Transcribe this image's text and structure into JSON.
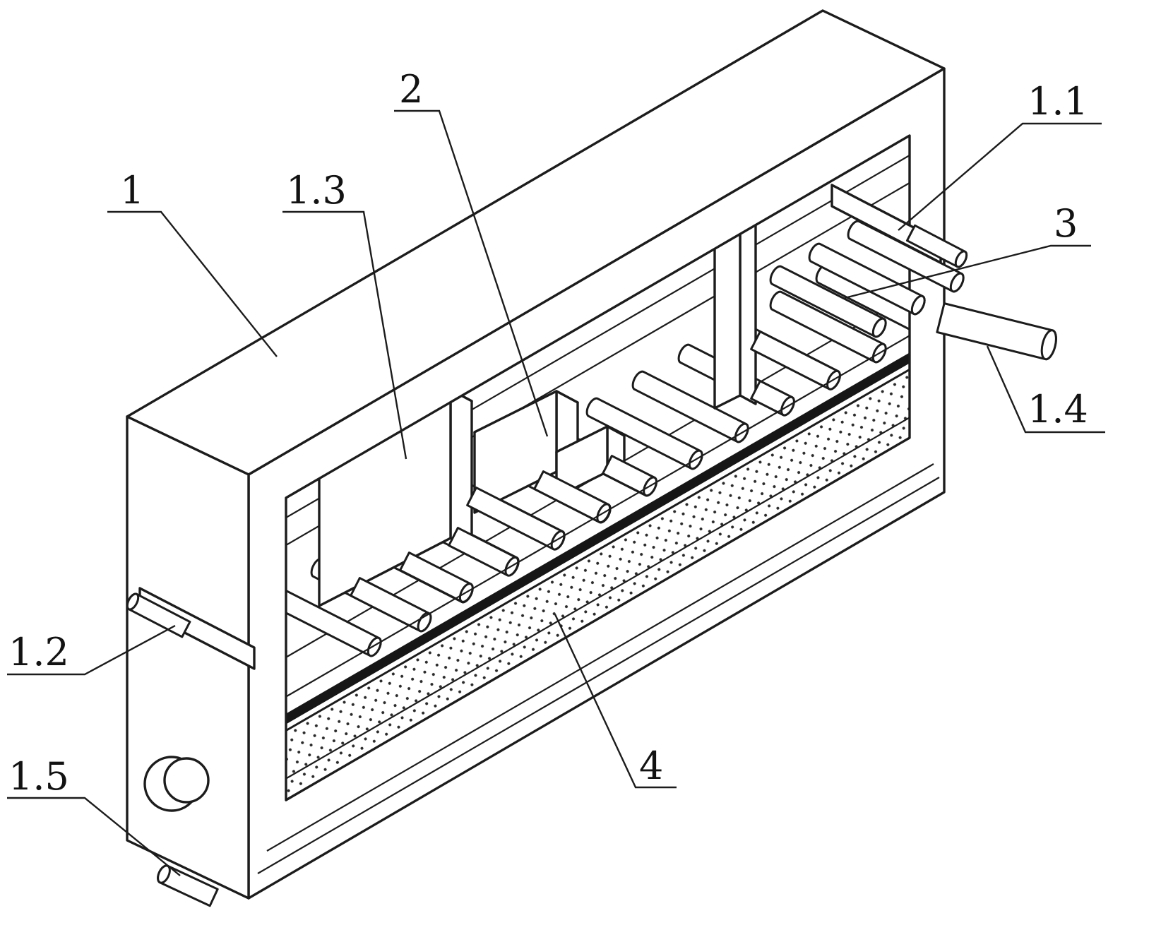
{
  "figure": {
    "background_color": "#ffffff",
    "line_color": "#1c1c1c",
    "labels": {
      "n1": "1",
      "n1_1": "1.1",
      "n1_2": "1.2",
      "n1_3": "1.3",
      "n1_4": "1.4",
      "n1_5": "1.5",
      "n2": "2",
      "n3": "3",
      "n4": "4"
    }
  }
}
